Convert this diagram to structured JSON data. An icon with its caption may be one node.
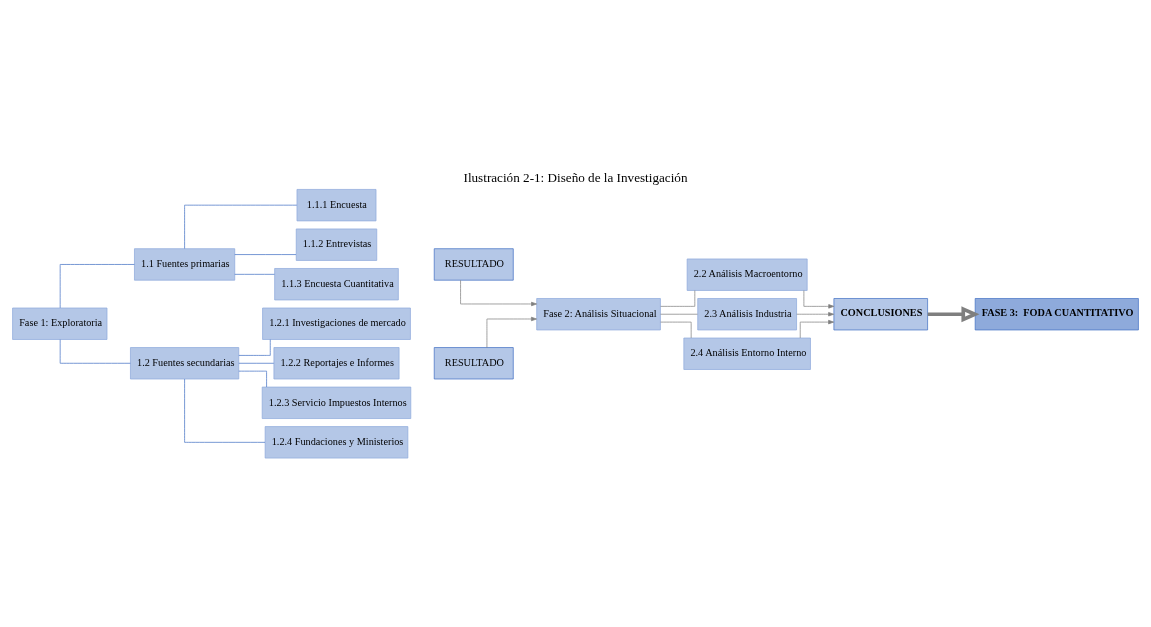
{
  "diagram": {
    "title": "Ilustración 2-1: Diseño de la Investigación",
    "nodes": [
      {
        "text": [
          "Fase 1: Exploratoria"
        ]
      },
      {
        "text": [
          "1.1 Fuentes primarias"
        ]
      },
      {
        "text": [
          "1.1.1 Encuesta"
        ]
      },
      {
        "text": [
          "1.1.2 Entrevistas"
        ]
      },
      {
        "text": [
          "1.1.3 Encuesta Cuantitativa"
        ]
      },
      {
        "text": [
          "RESULTADO"
        ]
      },
      {
        "text": [
          "1.2 Fuentes secundarias"
        ]
      },
      {
        "text": [
          "1.2.1 Investigaciones de mercado"
        ]
      },
      {
        "text": [
          "1.2.2 Reportajes e Informes"
        ]
      },
      {
        "text": [
          "1.2.3 Servicio Impuestos Internos"
        ]
      },
      {
        "text": [
          "1.2.4 Fundaciones y Ministerios"
        ]
      },
      {
        "text": [
          "RESULTADO"
        ]
      },
      {
        "text": [
          "Fase 2: Análisis Situacional"
        ]
      },
      {
        "text": [
          "2.2 Análisis Macroentorno"
        ]
      },
      {
        "text": [
          "2.3 Análisis Industria"
        ]
      },
      {
        "text": [
          "2.4 Análisis Entorno Interno"
        ]
      },
      {
        "text": [
          "CONCLUSIONES"
        ]
      },
      {
        "text": [
          "FASE 3:  FODA CUANTITATIVO"
        ]
      }
    ],
    "edges": [
      {
        "from": 0,
        "to": 1,
        "arrow": "none",
        "color": "#4472c4"
      },
      {
        "from": 0,
        "to": 6,
        "arrow": "none",
        "color": "#4472c4"
      },
      {
        "from": 1,
        "to": 2,
        "arrow": "none",
        "color": "#4472c4"
      },
      {
        "from": 1,
        "to": 3,
        "arrow": "none",
        "color": "#4472c4"
      },
      {
        "from": 1,
        "to": 4,
        "arrow": "none",
        "color": "#4472c4"
      },
      {
        "from": 6,
        "to": 7,
        "arrow": "none",
        "color": "#4472c4"
      },
      {
        "from": 6,
        "to": 8,
        "arrow": "none",
        "color": "#4472c4"
      },
      {
        "from": 6,
        "to": 9,
        "arrow": "none",
        "color": "#4472c4"
      },
      {
        "from": 6,
        "to": 10,
        "arrow": "none",
        "color": "#4472c4"
      },
      {
        "from": 5,
        "to": 12,
        "arrow": "to"
      },
      {
        "from": 11,
        "to": 12,
        "arrow": "to"
      },
      {
        "from": 12,
        "to": 13,
        "arrow": "none"
      },
      {
        "from": 12,
        "to": 14,
        "arrow": "none"
      },
      {
        "from": 12,
        "to": 15,
        "arrow": "none"
      },
      {
        "from": 13,
        "to": 16,
        "arrow": "to"
      },
      {
        "from": 14,
        "to": 16,
        "arrow": "to"
      },
      {
        "from": 15,
        "to": 16,
        "arrow": "to"
      },
      {
        "from": 16,
        "to": 17,
        "arrow": "to",
        "style": "thick"
      }
    ]
  }
}
